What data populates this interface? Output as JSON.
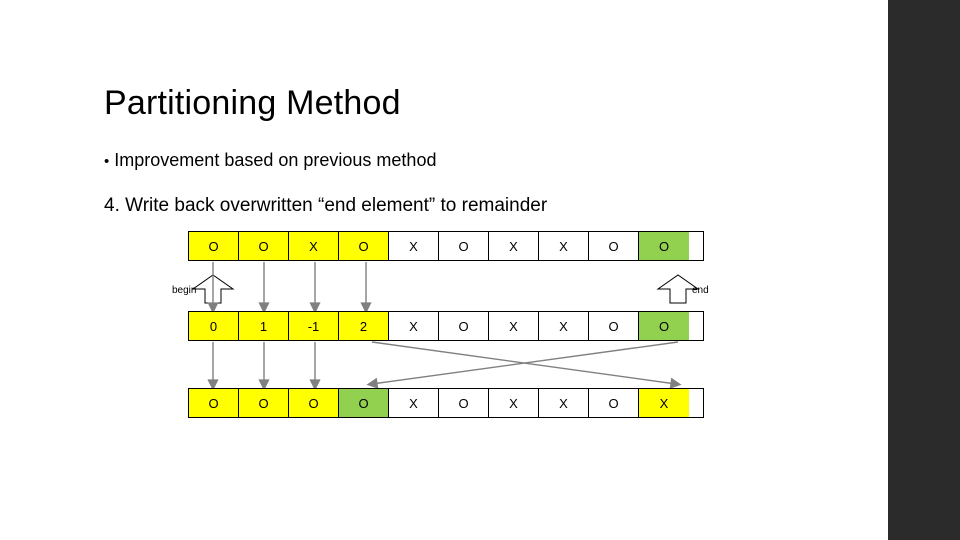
{
  "slide": {
    "title": "Partitioning Method",
    "bullet_marker": "•",
    "bullet_text": "Improvement based on previous method",
    "step_text": "4. Write back overwritten “end element” to remainder"
  },
  "labels": {
    "begin": "begin",
    "end": "end"
  },
  "colors": {
    "highlight_yellow": "#ffff00",
    "highlight_green": "#92d050",
    "plain_white": "#ffffff",
    "band_dark": "#2b2b2b",
    "arrow_gray": "#808080",
    "border_black": "#000000"
  },
  "arrays": {
    "row1": {
      "name": "array-row-top",
      "cells": [
        {
          "value": "O",
          "fill": "yellow"
        },
        {
          "value": "O",
          "fill": "yellow"
        },
        {
          "value": "X",
          "fill": "yellow"
        },
        {
          "value": "O",
          "fill": "yellow"
        },
        {
          "value": "X",
          "fill": "white"
        },
        {
          "value": "O",
          "fill": "white"
        },
        {
          "value": "X",
          "fill": "white"
        },
        {
          "value": "X",
          "fill": "white"
        },
        {
          "value": "O",
          "fill": "white"
        },
        {
          "value": "O",
          "fill": "green"
        }
      ]
    },
    "row2": {
      "name": "array-row-middle",
      "cells": [
        {
          "value": "0",
          "fill": "yellow"
        },
        {
          "value": "1",
          "fill": "yellow"
        },
        {
          "value": "-1",
          "fill": "yellow"
        },
        {
          "value": "2",
          "fill": "yellow"
        },
        {
          "value": "X",
          "fill": "white"
        },
        {
          "value": "O",
          "fill": "white"
        },
        {
          "value": "X",
          "fill": "white"
        },
        {
          "value": "X",
          "fill": "white"
        },
        {
          "value": "O",
          "fill": "white"
        },
        {
          "value": "O",
          "fill": "green"
        }
      ]
    },
    "row3": {
      "name": "array-row-bottom",
      "cells": [
        {
          "value": "O",
          "fill": "yellow"
        },
        {
          "value": "O",
          "fill": "yellow"
        },
        {
          "value": "O",
          "fill": "yellow"
        },
        {
          "value": "O",
          "fill": "green"
        },
        {
          "value": "X",
          "fill": "white"
        },
        {
          "value": "O",
          "fill": "white"
        },
        {
          "value": "X",
          "fill": "white"
        },
        {
          "value": "X",
          "fill": "white"
        },
        {
          "value": "O",
          "fill": "white"
        },
        {
          "value": "X",
          "fill": "yellow"
        }
      ]
    }
  }
}
